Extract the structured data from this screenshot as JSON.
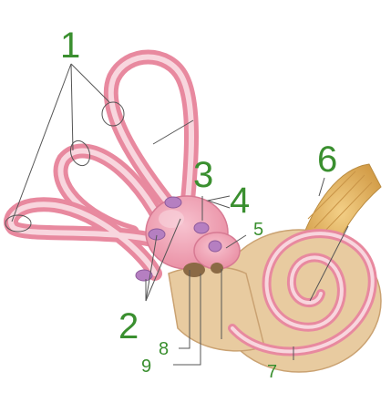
{
  "labels": {
    "l1": "1",
    "l2": "2",
    "l3": "3",
    "l4": "4",
    "l5": "5",
    "l6": "6",
    "l7": "7",
    "l8": "8",
    "l9": "9"
  },
  "colors": {
    "label_green": "#3a8f2f",
    "bone_tan": "#e8cba0",
    "duct_pink": "#ef9db0",
    "duct_core": "#f8d6de",
    "ampulla_purple": "#b57fc1",
    "nerve_gold": "#e0b060",
    "leader_line": "#555555"
  }
}
